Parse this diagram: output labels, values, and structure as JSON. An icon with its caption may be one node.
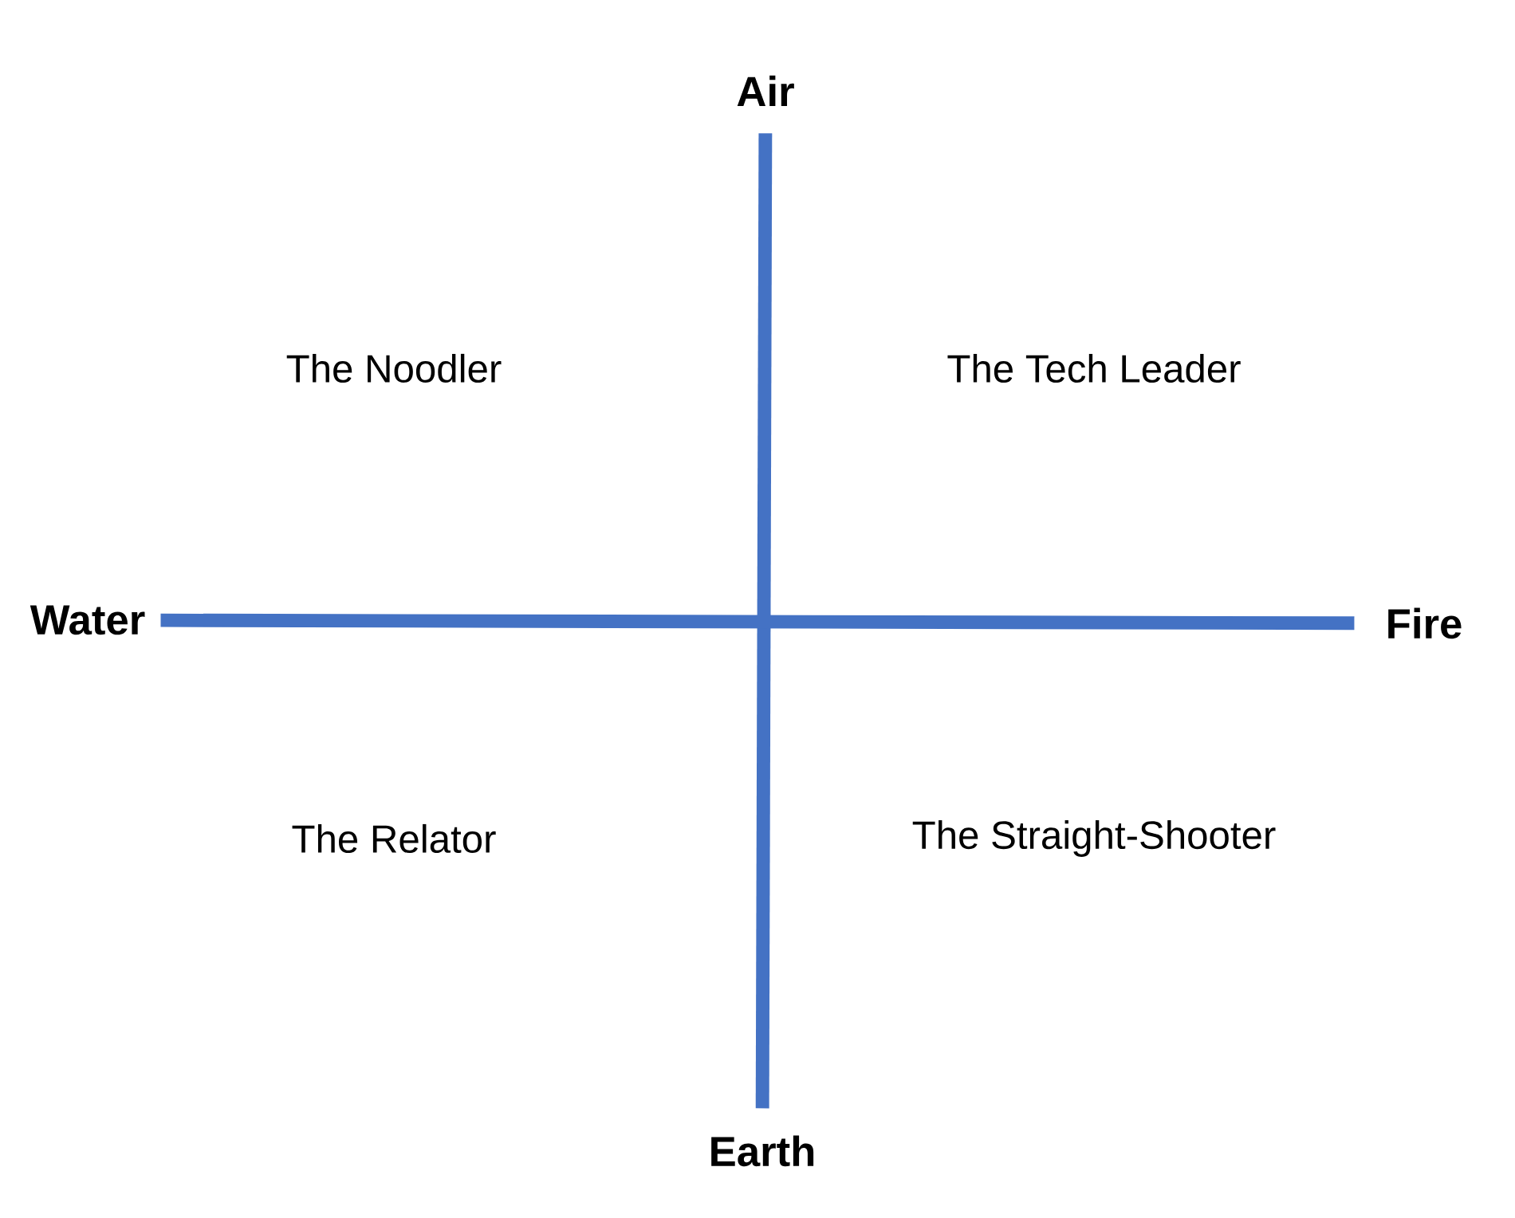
{
  "diagram": {
    "nodes": [
      {
        "text": [
          "Air"
        ]
      },
      {
        "text": [
          "Earth"
        ]
      },
      {
        "text": [
          "Water"
        ]
      },
      {
        "text": [
          "Fire"
        ]
      }
    ],
    "edges": [
      {
        "from": 0,
        "to": 1,
        "arrow": "none"
      },
      {
        "from": 2,
        "to": 3,
        "arrow": "none"
      }
    ],
    "labels": [
      "The Noodler",
      "The Tech Leader",
      "The Relator",
      "The Straight-Shooter"
    ]
  }
}
